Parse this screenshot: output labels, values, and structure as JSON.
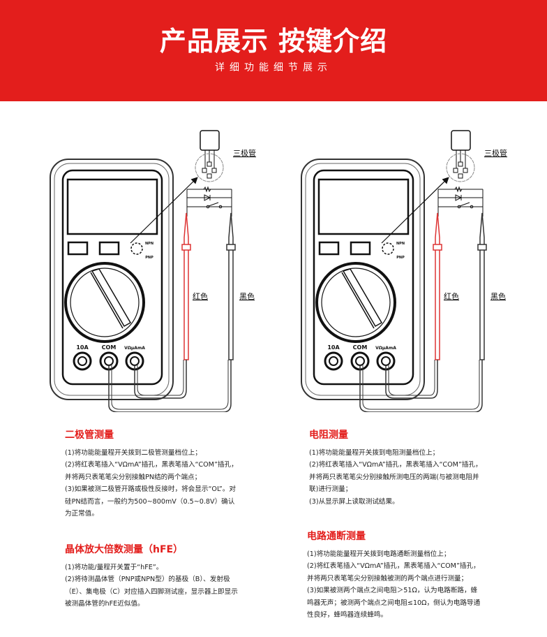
{
  "header": {
    "title": "产品展示 按键介绍",
    "subtitle": "详细功能细节展示"
  },
  "diagram": {
    "transistor_label": "三极管",
    "red_label": "红色",
    "black_label": "黑色",
    "jack_10a": "10A",
    "jack_com": "COM",
    "jack_v": "VΩμAmA",
    "npn": "NPN",
    "pnp": "PNP"
  },
  "sections": [
    {
      "title": "二极管测量",
      "lines": [
        "(1)将功能能量程开关拨到二极管测量档位上；",
        "(2)将红表笔插入“VΩmA”插孔，黑表笔插入“COM”插孔，并将两只表笔笔尖分别接触PN结的两个端点；",
        "(3)如果被测二极管开路或极性反接时，将会显示“OL”。对硅PN结而言，一般约为500~800mV（0.5~0.8V）确认为正常值。"
      ]
    },
    {
      "title": "晶体放大倍数测量（hFE）",
      "lines": [
        "(1)将功能/量程开关置于“hFE”。",
        "(2)将待测晶体管（PNP或NPN型）的基极（B）、发射极（E）、集电极（C）对应插入四脚测试座，显示器上即显示被测晶体管的hFE近似值。"
      ]
    },
    {
      "title": "电阻测量",
      "lines": [
        "(1)将功能能量程开关拨到电阻测量档位上；",
        "(2)将红表笔插入“VΩmA”插孔，黑表笔插入“COM”插孔，并将两只表笔笔尖分别接触所测电压的两端(与被测电阻并联)进行测量；",
        "(3)从显示屏上读取测试结果。"
      ]
    },
    {
      "title": "电路通断测量",
      "lines": [
        "(1)将功能能量程开关拨到电路通断测量档位上；",
        "(2)将红表笔插入“VΩmA”插孔，黑表笔插入“COM”插孔，并将两只表笔笔尖分别接触被测的两个端点进行测量；",
        "(3)如果被测两个端点之间电阻＞51Ω，认为电路断路，蜂鸣器无声；被测两个端点之间电阻≤10Ω，侧认为电路导通性良好，蜂鸣器连续蜂鸣。"
      ]
    }
  ]
}
